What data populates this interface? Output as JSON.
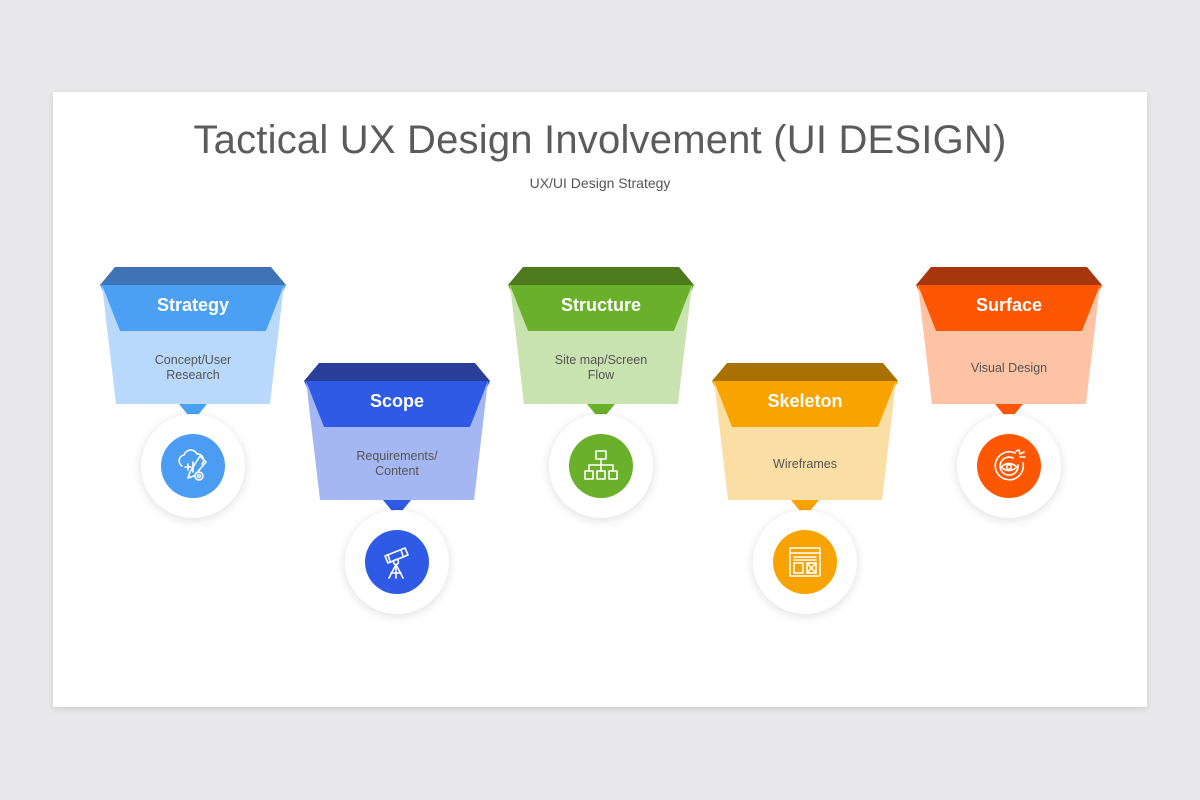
{
  "title": "Tactical UX Design Involvement (UI DESIGN)",
  "subtitle": "UX/UI Design Strategy",
  "items": [
    {
      "title": "Strategy",
      "description_lines": [
        "Concept/User",
        "Research"
      ],
      "icon": "cloud-pencil-gear-icon",
      "colors": {
        "top": "#3e73b5",
        "header": "#4ba0f4",
        "body": "#b8d9fb",
        "circle": "#4b9cf3"
      }
    },
    {
      "title": "Scope",
      "description_lines": [
        "Requirements/",
        "Content"
      ],
      "icon": "telescope-icon",
      "colors": {
        "top": "#2a3f9a",
        "header": "#2f5ae6",
        "body": "#a4b7f2",
        "circle": "#2f5ae6"
      }
    },
    {
      "title": "Structure",
      "description_lines": [
        "Site map/Screen",
        "Flow"
      ],
      "icon": "sitemap-icon",
      "colors": {
        "top": "#4d7a1c",
        "header": "#6ab02a",
        "body": "#c9e3b0",
        "circle": "#6ab02a"
      }
    },
    {
      "title": "Skeleton",
      "description_lines": [
        "Wireframes"
      ],
      "icon": "wireframe-icon",
      "colors": {
        "top": "#a97200",
        "header": "#f9a300",
        "body": "#fbdea4",
        "circle": "#f9a300"
      }
    },
    {
      "title": "Surface",
      "description_lines": [
        "Visual Design"
      ],
      "icon": "eye-target-icon",
      "colors": {
        "top": "#a8360c",
        "header": "#fe5704",
        "body": "#fdc3a4",
        "circle": "#fe5704"
      }
    }
  ]
}
